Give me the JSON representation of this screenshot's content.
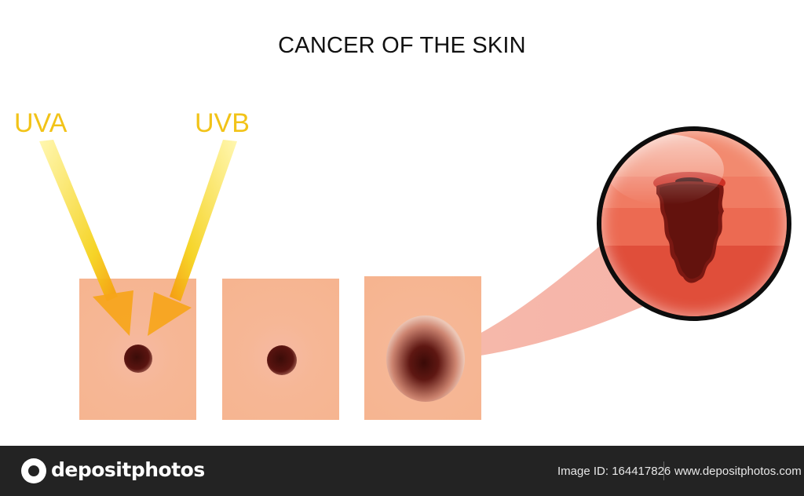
{
  "diagram": {
    "title": "CANCER OF THE SKIN",
    "rays": [
      {
        "label": "UVA",
        "color": "#f2c318"
      },
      {
        "label": "UVB",
        "color": "#f2c318"
      }
    ],
    "skin_color": "#f6b48f",
    "lesion_color": "#4a0f0b",
    "magnifier_color": "#e8664c"
  },
  "footer": {
    "brand": "depositphotos",
    "image_id": "Image ID: 164417826",
    "url": "www.depositphotos.com"
  }
}
